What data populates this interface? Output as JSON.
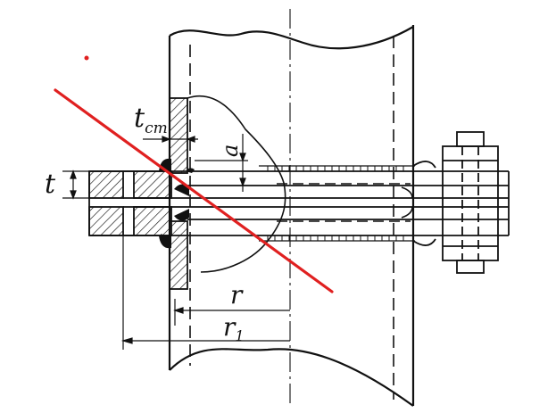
{
  "labels": {
    "t": "t",
    "t_st_main": "t",
    "t_st_sub": "ст",
    "a": "a",
    "r": "r",
    "r1_main": "r",
    "r1_sub": "1"
  },
  "colors": {
    "ink": "#111111",
    "overlay_line": "#e02020",
    "overlay_dot": "#e02020",
    "background": "#ffffff"
  }
}
